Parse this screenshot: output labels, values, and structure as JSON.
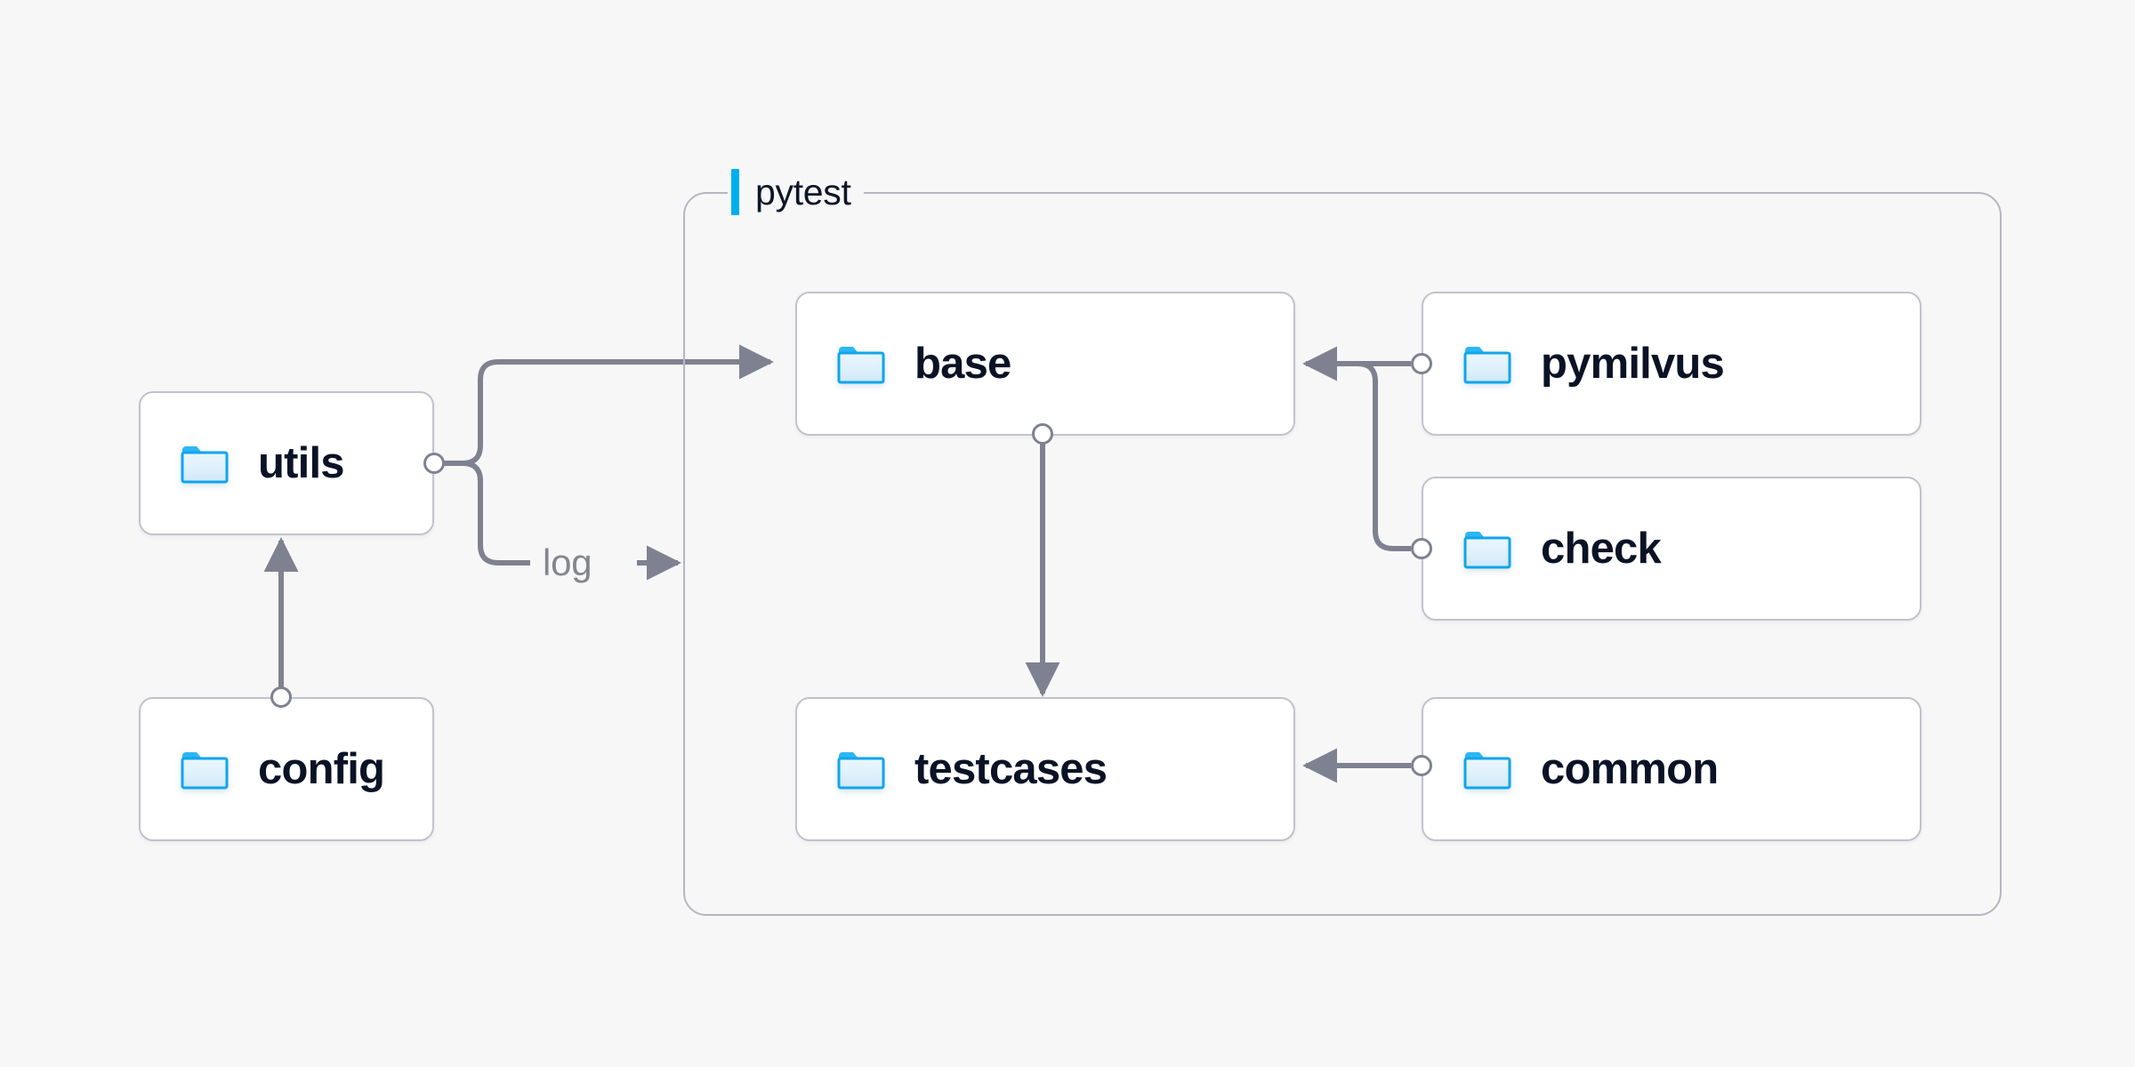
{
  "diagram": {
    "title": "pytest",
    "background_color": "#f7f7f8",
    "accent_color": "#00aeef",
    "edge_color": "#7e8290",
    "node_border_color": "#c2c2cd",
    "node_text_color": "#0a1326",
    "group_border_color": "#b6b6c2"
  },
  "group": {
    "label": "pytest",
    "accent_icon": "vertical-accent-bar"
  },
  "nodes": [
    {
      "id": "utils",
      "label": "utils",
      "icon": "folder-icon"
    },
    {
      "id": "config",
      "label": "config",
      "icon": "folder-icon"
    },
    {
      "id": "base",
      "label": "base",
      "icon": "folder-icon"
    },
    {
      "id": "testcases",
      "label": "testcases",
      "icon": "folder-icon"
    },
    {
      "id": "pymilvus",
      "label": "pymilvus",
      "icon": "folder-icon"
    },
    {
      "id": "check",
      "label": "check",
      "icon": "folder-icon"
    },
    {
      "id": "common",
      "label": "common",
      "icon": "folder-icon"
    }
  ],
  "edges": [
    {
      "id": "config-to-utils",
      "from": "config",
      "to": "utils",
      "label": ""
    },
    {
      "id": "utils-to-base",
      "from": "utils",
      "to": "base",
      "label": ""
    },
    {
      "id": "utils-log",
      "from": "utils",
      "to": "pytest",
      "label": "log"
    },
    {
      "id": "base-to-testcases",
      "from": "base",
      "to": "testcases",
      "label": ""
    },
    {
      "id": "pymilvus-to-base",
      "from": "pymilvus",
      "to": "base",
      "label": ""
    },
    {
      "id": "check-to-base",
      "from": "check",
      "to": "base",
      "label": ""
    },
    {
      "id": "common-to-testcases",
      "from": "common",
      "to": "testcases",
      "label": ""
    }
  ]
}
